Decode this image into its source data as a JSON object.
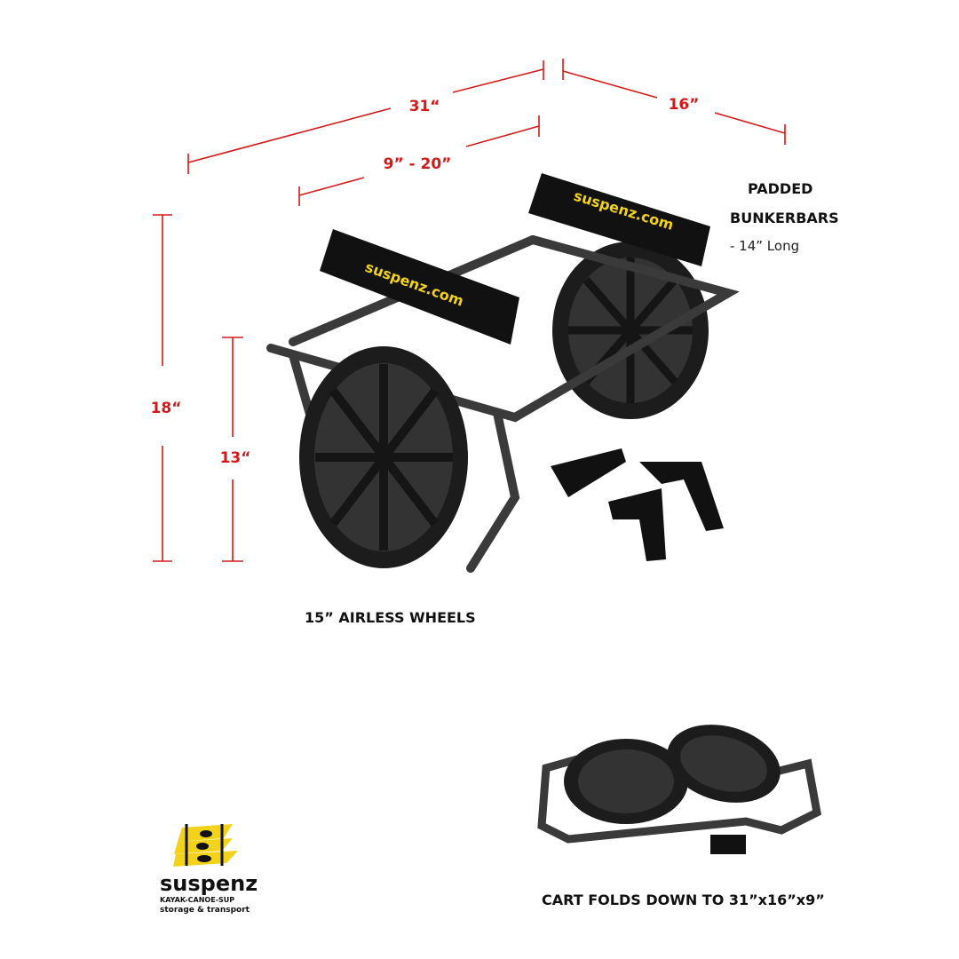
{
  "colors": {
    "dimension": "#d11a1a",
    "brand_yellow": "#f2d21b",
    "cart": "#2a2a2a"
  },
  "dimensions": {
    "length": "31“",
    "width": "16”",
    "adjustable": "9”  -  20”",
    "height": "18“",
    "wheel_height": "13“"
  },
  "labels": {
    "bunker_title_1": "PADDED",
    "bunker_title_2": "BUNKERBARS",
    "bunker_length": "- 14” Long",
    "wheels": "15” AIRLESS WHEELS",
    "folded": "CART FOLDS DOWN TO 31”x16”x9”"
  },
  "product_branding": "suspenz.com",
  "logo": {
    "name": "suspenz",
    "line1": "KAYAK-CANOE-SUP",
    "line2": "storage & transport"
  }
}
